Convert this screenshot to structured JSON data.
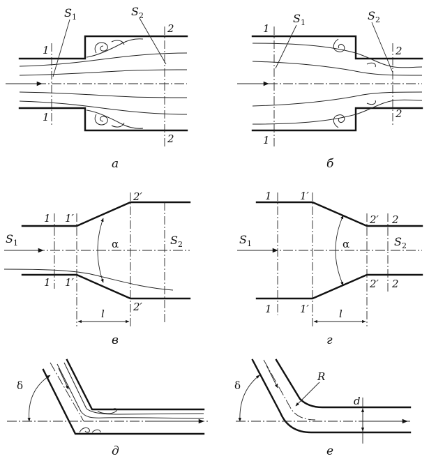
{
  "section_labels": {
    "one": "1",
    "two": "2",
    "one_prime": "1′",
    "two_prime": "2′"
  },
  "area_labels": {
    "S": "S",
    "sub1": "1",
    "sub2": "2"
  },
  "symbols": {
    "alpha": "α",
    "delta": "δ",
    "length": "l",
    "radius": "R",
    "diameter": "d"
  },
  "captions": {
    "a": "а",
    "b": "б",
    "v": "в",
    "g": "г",
    "d": "д",
    "e": "е"
  }
}
